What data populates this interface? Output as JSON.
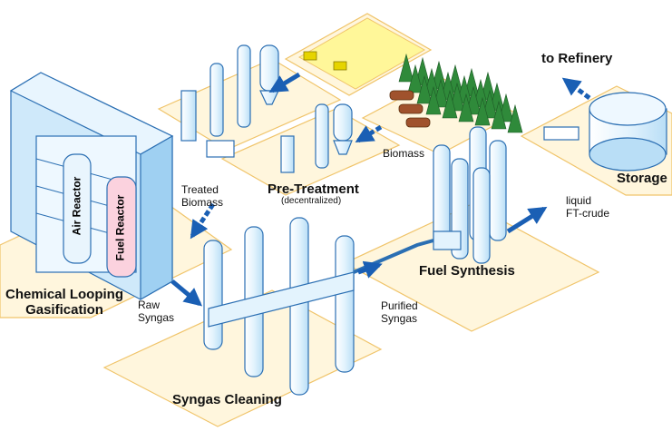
{
  "stages": {
    "gasification": "Chemical Looping\nGasification",
    "pretreatment": "Pre-Treatment",
    "pretreatment_note": "(decentralized)",
    "cleaning": "Syngas Cleaning",
    "synthesis": "Fuel Synthesis",
    "storage": "Storage",
    "refinery": "to Refinery"
  },
  "reactors": {
    "air": "Air Reactor",
    "fuel": "Fuel Reactor"
  },
  "streams": {
    "biomass": "Biomass",
    "treated_biomass": "Treated\nBiomass",
    "raw_syngas": "Raw\nSyngas",
    "purified_syngas": "Purified\nSyngas",
    "ft_crude": "liquid\nFT-crude"
  },
  "colors": {
    "platform": "#fff6dd",
    "platform_edge": "#f0c46a",
    "equipment": "#d4ecfb",
    "equipment_edge": "#2b6fb3",
    "arrow": "#1a5fb4",
    "tree": "#2f8a3a",
    "field": "#fff799",
    "fuel_reactor": "#fbd2de"
  }
}
